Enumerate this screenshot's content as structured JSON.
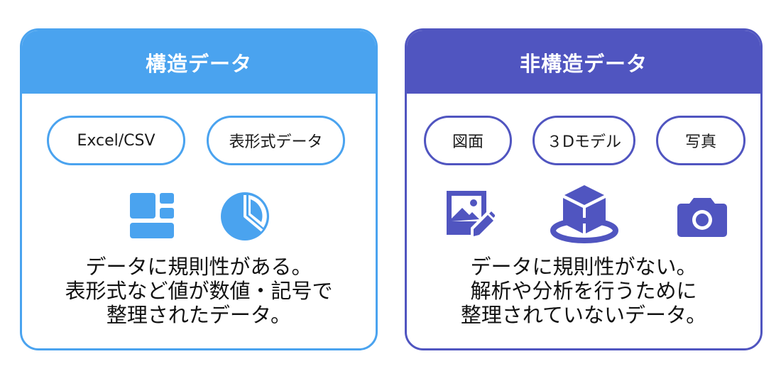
{
  "colors": {
    "structured": "#4aa3ef",
    "unstructured": "#5055c0"
  },
  "structured": {
    "title": "構造データ",
    "pills": [
      "Excel/CSV",
      "表形式データ"
    ],
    "icons": [
      "dashboard-icon",
      "pie-chart-icon"
    ],
    "description": [
      "データに規則性がある。",
      "表形式など値が数値・記号で",
      "整理されたデータ。"
    ]
  },
  "unstructured": {
    "title": "非構造データ",
    "pills": [
      "図面",
      "３Dモデル",
      "写真"
    ],
    "icons": [
      "image-edit-icon",
      "cube-icon",
      "camera-icon"
    ],
    "description": [
      "データに規則性がない。",
      "解析や分析を行うために",
      "整理されていないデータ。"
    ]
  }
}
